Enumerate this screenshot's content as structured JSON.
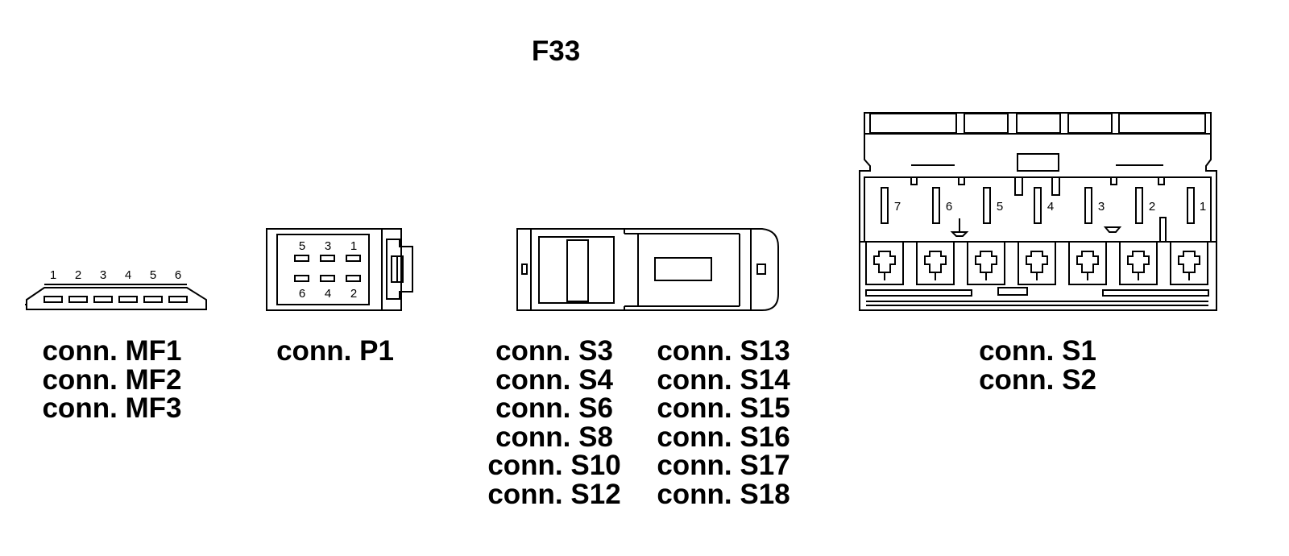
{
  "title": "F33",
  "connectors": {
    "mf": {
      "pins": [
        "1",
        "2",
        "3",
        "4",
        "5",
        "6"
      ],
      "labels": [
        "conn. MF1",
        "conn. MF2",
        "conn. MF3"
      ]
    },
    "p1": {
      "pins_top": [
        "5",
        "3",
        "1"
      ],
      "pins_bottom": [
        "6",
        "4",
        "2"
      ],
      "labels": [
        "conn. P1"
      ]
    },
    "s_group": {
      "labels_left": [
        "conn. S3",
        "conn. S4",
        "conn. S6",
        "conn. S8",
        "conn. S10",
        "conn. S12"
      ],
      "labels_right": [
        "conn. S13",
        "conn. S14",
        "conn. S15",
        "conn. S16",
        "conn. S17",
        "conn. S18"
      ]
    },
    "s1": {
      "pins": [
        "7",
        "6",
        "5",
        "4",
        "3",
        "2",
        "1"
      ],
      "labels": [
        "conn. S1",
        "conn. S2"
      ]
    }
  }
}
